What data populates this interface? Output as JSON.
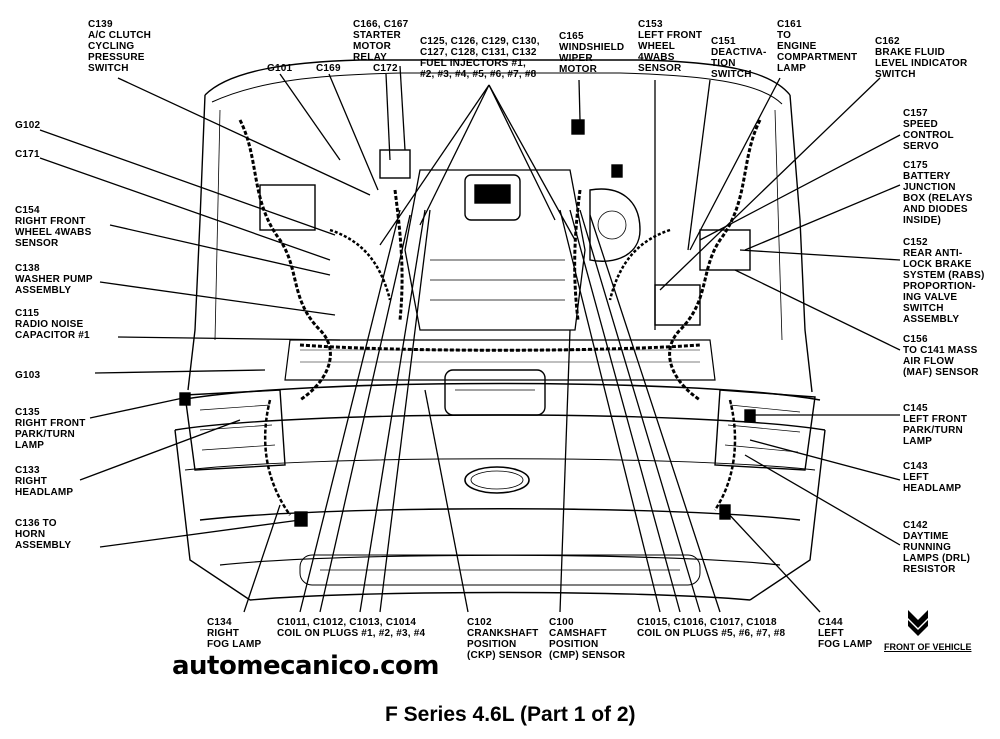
{
  "title": "F Series 4.6L (Part 1 of 2)",
  "watermark": "automecanico.com",
  "front_of_vehicle": "FRONT OF VEHICLE",
  "callouts": {
    "c139": "C139\nA/C CLUTCH\nCYCLING\nPRESSURE\nSWITCH",
    "c166": "C166, C167\nSTARTER\nMOTOR\nRELAY",
    "g101": "G101",
    "c169": "C169",
    "c172": "C172",
    "injectors": "C125, C126, C129, C130,\nC127, C128, C131, C132\nFUEL INJECTORS #1,\n#2, #3, #4, #5, #6, #7, #8",
    "c165": "C165\nWINDSHIELD\nWIPER\nMOTOR",
    "c153": "C153\nLEFT FRONT\nWHEEL\n4WABS\nSENSOR",
    "c151": "C151\nDEACTIVA-\nTION\nSWITCH",
    "c161": "C161\nTO\nENGINE\nCOMPARTMENT\nLAMP",
    "c162": "C162\nBRAKE FLUID\nLEVEL INDICATOR\nSWITCH",
    "g102": "G102",
    "c171": "C171",
    "c154": "C154\nRIGHT FRONT\nWHEEL 4WABS\nSENSOR",
    "c138": "C138\nWASHER PUMP\nASSEMBLY",
    "c115": "C115\nRADIO NOISE\nCAPACITOR #1",
    "g103": "G103",
    "c135": "C135\nRIGHT FRONT\nPARK/TURN\nLAMP",
    "c133": "C133\nRIGHT\nHEADLAMP",
    "c136": "C136 TO\nHORN\nASSEMBLY",
    "c157": "C157\nSPEED\nCONTROL\nSERVO",
    "c175": "C175\nBATTERY\nJUNCTION\nBOX (RELAYS\nAND DIODES\nINSIDE)",
    "c152": "C152\nREAR ANTI-\nLOCK BRAKE\nSYSTEM (RABS)\nPROPORTION-\nING VALVE\nSWITCH\nASSEMBLY",
    "c156": "C156\nTO C141 MASS\nAIR FLOW\n(MAF) SENSOR",
    "c145": "C145\nLEFT FRONT\nPARK/TURN\nLAMP",
    "c143": "C143\nLEFT\nHEADLAMP",
    "c142": "C142\nDAYTIME\nRUNNING\nLAMPS (DRL)\nRESISTOR",
    "c134": "C134\nRIGHT\nFOG LAMP",
    "coils_right": "C1011, C1012, C1013, C1014\nCOIL ON PLUGS #1, #2, #3, #4",
    "c102": "C102\nCRANKSHAFT\nPOSITION\n(CKP) SENSOR",
    "c100": "C100\nCAMSHAFT\nPOSITION\n(CMP) SENSOR",
    "coils_left": "C1015, C1016, C1017, C1018\nCOIL ON PLUGS #5, #6, #7, #8",
    "c144": "C144\nLEFT\nFOG LAMP"
  }
}
